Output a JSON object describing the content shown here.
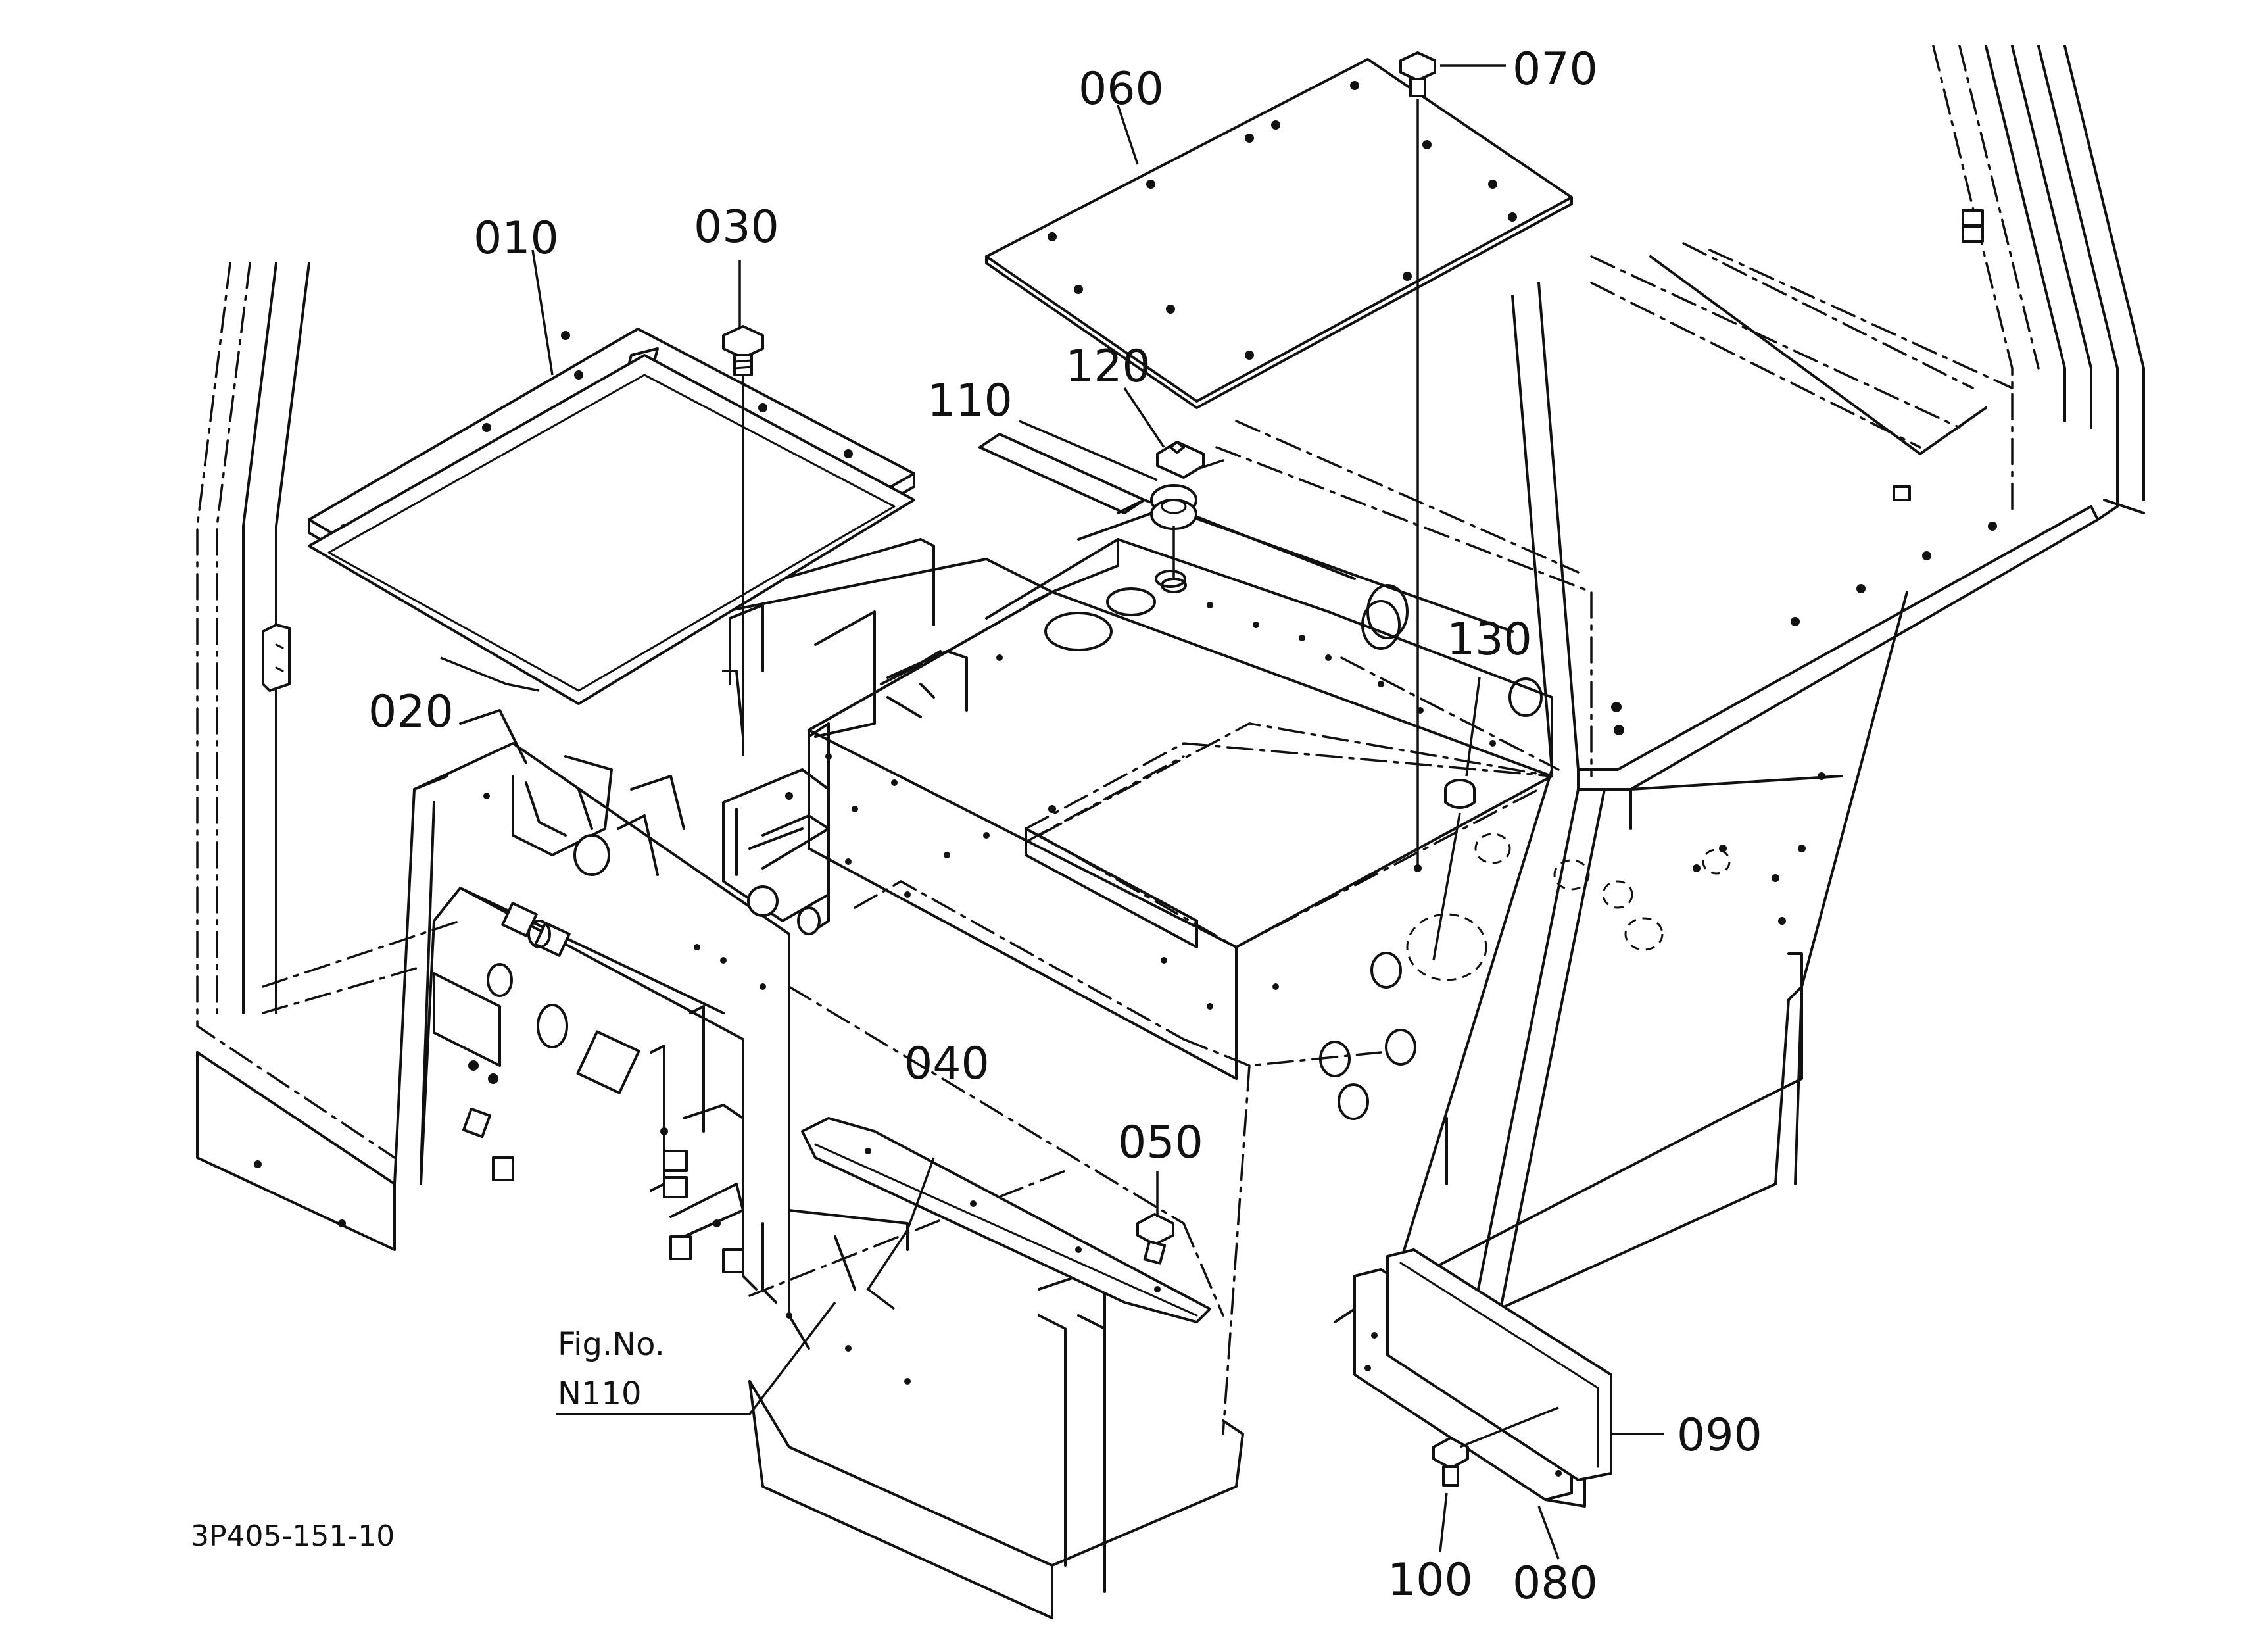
{
  "diagram": {
    "callouts": [
      {
        "id": "010",
        "label": "010"
      },
      {
        "id": "020",
        "label": "020"
      },
      {
        "id": "030",
        "label": "030"
      },
      {
        "id": "040",
        "label": "040"
      },
      {
        "id": "050",
        "label": "050"
      },
      {
        "id": "060",
        "label": "060"
      },
      {
        "id": "070",
        "label": "070"
      },
      {
        "id": "080",
        "label": "080"
      },
      {
        "id": "090",
        "label": "090"
      },
      {
        "id": "100",
        "label": "100"
      },
      {
        "id": "110",
        "label": "110"
      },
      {
        "id": "120",
        "label": "120"
      },
      {
        "id": "130",
        "label": "130"
      }
    ],
    "figure_reference": {
      "line1": "Fig.No.",
      "line2": "N110"
    },
    "drawing_code": "3P405-151-10"
  }
}
